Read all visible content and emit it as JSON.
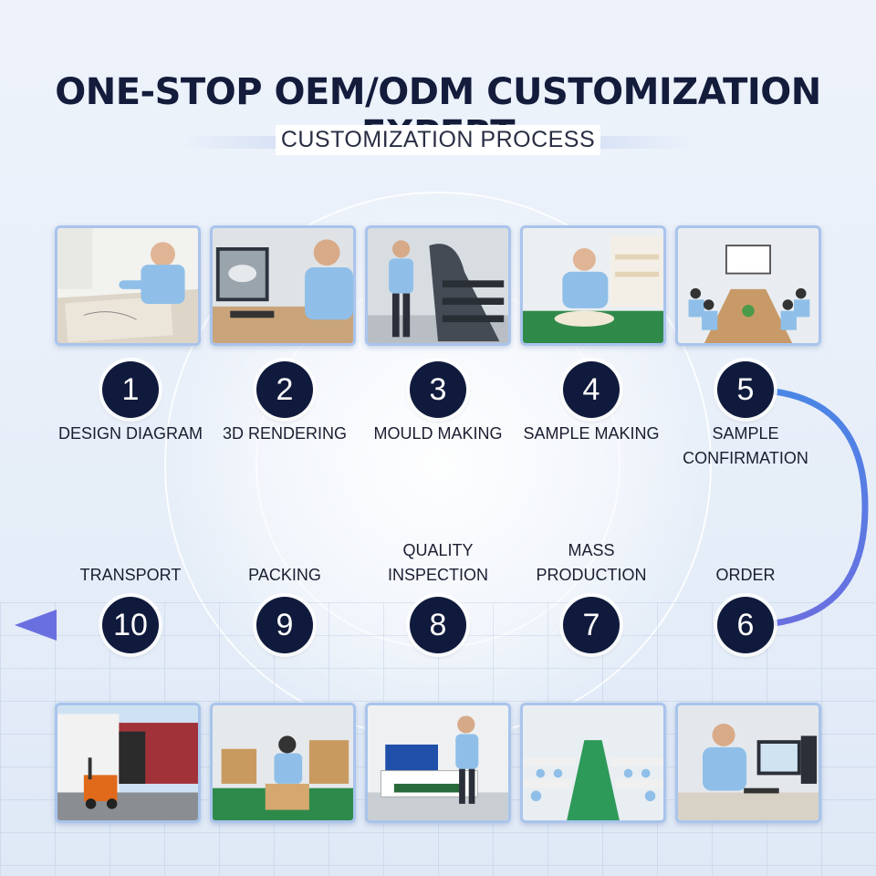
{
  "title": "ONE-STOP OEM/ODM CUSTOMIZATION EXPERT",
  "subtitle": "CUSTOMIZATION PROCESS",
  "colors": {
    "title": "#141c3c",
    "circle": "#101a3c",
    "flow_start": "#2f7fd6",
    "flow_end": "#6a6fe0",
    "photo_border": "#a9c4ec"
  },
  "steps": [
    {
      "num": "1",
      "label_lines": [
        "DESIGN DIAGRAM"
      ],
      "photo": "designer-sketching-photo"
    },
    {
      "num": "2",
      "label_lines": [
        "3D RENDERING"
      ],
      "photo": "3d-rendering-workstation-photo"
    },
    {
      "num": "3",
      "label_lines": [
        "MOULD MAKING"
      ],
      "photo": "mould-machine-photo"
    },
    {
      "num": "4",
      "label_lines": [
        "SAMPLE MAKING"
      ],
      "photo": "sample-craftsman-photo"
    },
    {
      "num": "5",
      "label_lines": [
        "SAMPLE",
        "CONFIRMATION"
      ],
      "photo": "meeting-room-photo"
    },
    {
      "num": "6",
      "label_lines": [
        "ORDER"
      ],
      "photo": "office-computer-photo"
    },
    {
      "num": "7",
      "label_lines": [
        "MASS",
        "PRODUCTION"
      ],
      "photo": "factory-floor-photo"
    },
    {
      "num": "8",
      "label_lines": [
        "QUALITY",
        "INSPECTION"
      ],
      "photo": "inspection-machine-photo"
    },
    {
      "num": "9",
      "label_lines": [
        "PACKING"
      ],
      "photo": "packing-boxes-photo"
    },
    {
      "num": "10",
      "label_lines": [
        "TRANSPORT"
      ],
      "photo": "container-truck-photo"
    }
  ]
}
